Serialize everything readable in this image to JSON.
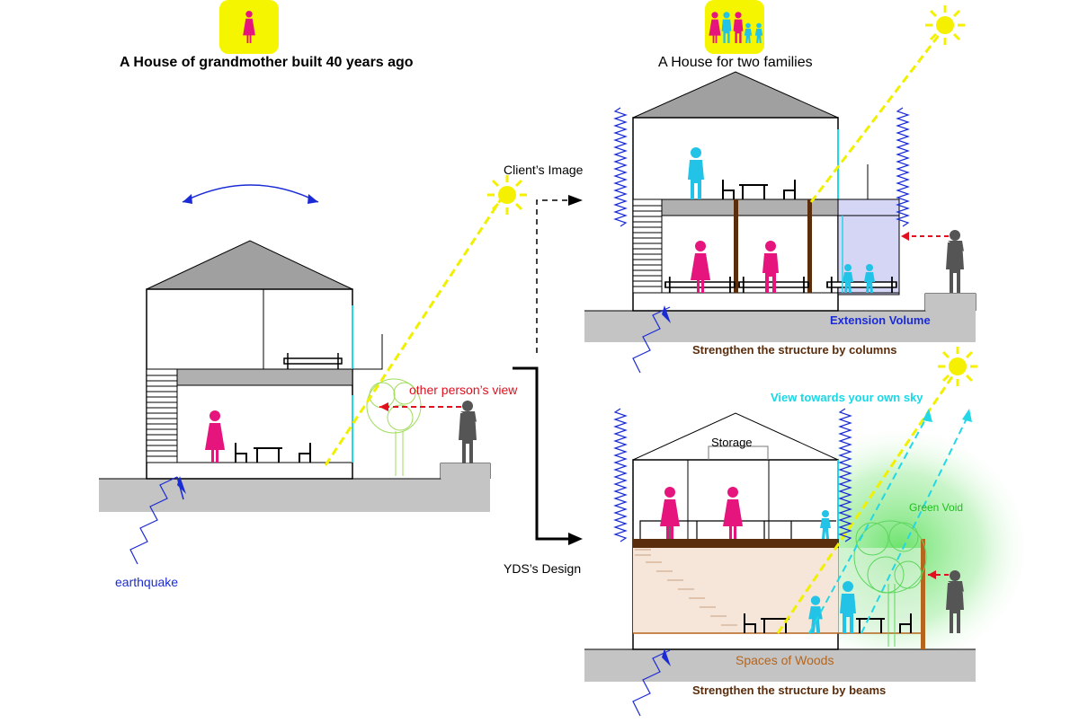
{
  "titles": {
    "left": "A House of grandmother built 40 years ago",
    "right": "A House for two families"
  },
  "labels": {
    "client_image": "Client’s Image",
    "yds_design": "YDS’s Design",
    "earthquake": "earthquake",
    "other_view": "other person’s view",
    "extension_volume": "Extension Volume",
    "strengthen_columns": "Strengthen the structure by columns",
    "view_sky": "View towards your own sky",
    "storage": "Storage",
    "green_void": "Green Void",
    "spaces_of_woods": "Spaces of Woods",
    "strengthen_beams": "Strengthen the structure by beams"
  },
  "colors": {
    "badge": "#f5f500",
    "grandmother": "#e6157e",
    "child": "#22c3e6",
    "adult_gray": "#555555",
    "sun": "#f5f000",
    "sun_ray": "#f0f000",
    "wave": "#1a2bd6",
    "view_arrow": "#e0101e",
    "extension": "#c8c8f0",
    "wood_beam": "#5a2d0c",
    "woods_fill": "#f5e6d9",
    "ground": "#c4c4c4",
    "green": "#49d649"
  },
  "icons": [
    "sun-icon",
    "person-icon",
    "earthquake-wave-icon",
    "tree-icon",
    "chair-icon",
    "table-icon"
  ]
}
